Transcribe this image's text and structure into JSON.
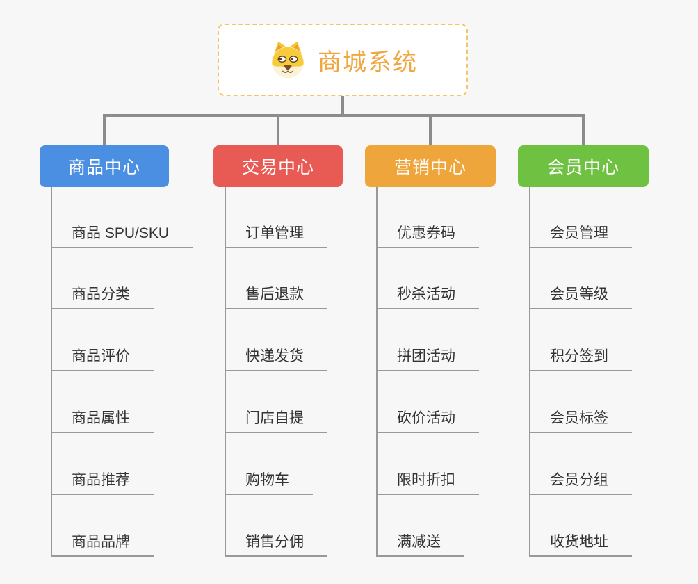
{
  "root": {
    "title": "商城系统",
    "icon": "shiba-dog-icon"
  },
  "branches": [
    {
      "label": "商品中心",
      "color": "#4b8fe2",
      "items": [
        "商品 SPU/SKU",
        "商品分类",
        "商品评价",
        "商品属性",
        "商品推荐",
        "商品品牌"
      ]
    },
    {
      "label": "交易中心",
      "color": "#e85a54",
      "items": [
        "订单管理",
        "售后退款",
        "快递发货",
        "门店自提",
        "购物车",
        "销售分佣"
      ]
    },
    {
      "label": "营销中心",
      "color": "#eea63c",
      "items": [
        "优惠券码",
        "秒杀活动",
        "拼团活动",
        "砍价活动",
        "限时折扣",
        "满减送"
      ]
    },
    {
      "label": "会员中心",
      "color": "#6fc142",
      "items": [
        "会员管理",
        "会员等级",
        "积分签到",
        "会员标签",
        "会员分组",
        "收货地址"
      ]
    }
  ],
  "colors": {
    "background": "#f7f7f7",
    "root_border": "#f5c36a",
    "root_title": "#f0a73f",
    "connector_main": "#8c8c8c",
    "leaf_line": "#999999",
    "leaf_text": "#333333",
    "branch_blue": "#4b8fe2",
    "branch_red": "#e85a54",
    "branch_orange": "#eea63c",
    "branch_green": "#6fc142"
  }
}
